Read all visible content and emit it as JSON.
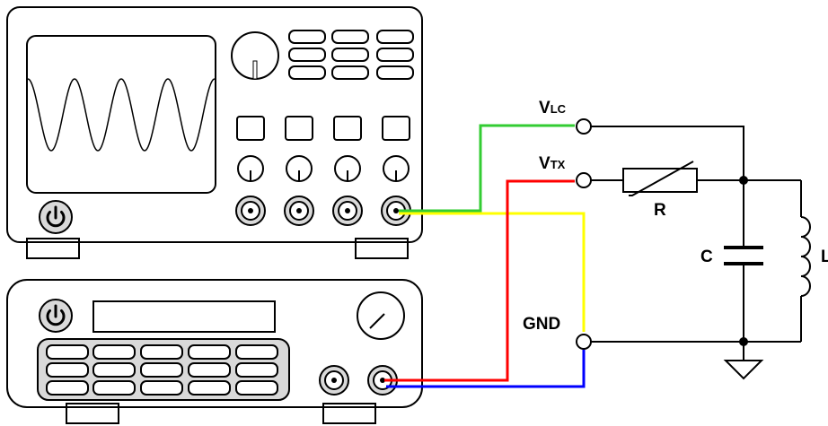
{
  "labels": {
    "vlc_main": "V",
    "vlc_sub": "LC",
    "vtx_main": "V",
    "vtx_sub": "TX",
    "gnd": "GND",
    "resistor": "R",
    "capacitor": "C",
    "inductor": "L"
  },
  "colors": {
    "wire_vlc": "#33cc33",
    "wire_vtx": "#ff0000",
    "wire_probe": "#ffff00",
    "wire_gnd": "#0000ff",
    "device_stroke": "#000000",
    "keypad_fill": "#d9d9d9"
  },
  "icons": {
    "scope_power": "power-icon",
    "gen_power": "power-icon",
    "ground": "ground-symbol"
  }
}
